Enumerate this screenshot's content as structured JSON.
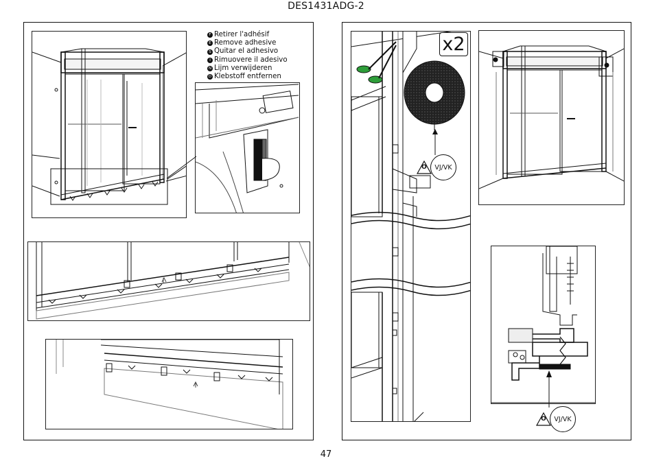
{
  "document": {
    "title": "DES1431ADG-2",
    "page_number": "47"
  },
  "instructions": [
    {
      "marker": "F",
      "text": "Retirer l'adhésif"
    },
    {
      "marker": "E",
      "text": "Remove adhesive"
    },
    {
      "marker": "S",
      "text": "Quitar el adhesivo"
    },
    {
      "marker": "I",
      "text": "Rimuovere il adesivo"
    },
    {
      "marker": "N",
      "text": "Lijm verwijderen"
    },
    {
      "marker": "D",
      "text": "Klebstoff entfernen"
    }
  ],
  "quantity_badge": "x2",
  "part_code_badges": [
    {
      "triangle": "O",
      "code": "VJ/VK"
    },
    {
      "triangle": "O",
      "code": "VJ/VK"
    }
  ],
  "colors": {
    "line": "#111111",
    "scissors_accent": "#2e9e3a",
    "paper": "#ffffff"
  }
}
